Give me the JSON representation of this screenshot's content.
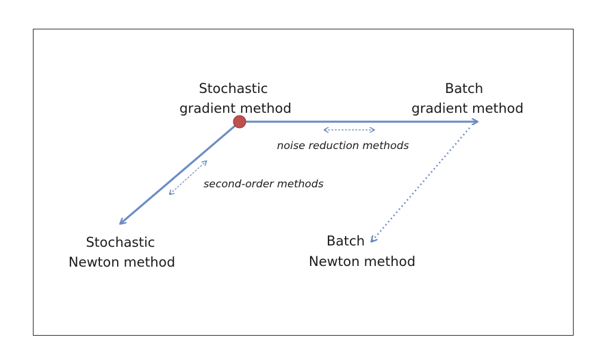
{
  "diagram": {
    "nodes": {
      "sgd": {
        "line1": "Stochastic",
        "line2": "gradient method"
      },
      "batch_gradient": {
        "line1": "Batch",
        "line2": "gradient method"
      },
      "stochastic_newton": {
        "line1": "Stochastic",
        "line2": "Newton method"
      },
      "batch_newton": {
        "line1": "Batch",
        "line2": "Newton method"
      }
    },
    "edges": {
      "noise_reduction": "noise reduction methods",
      "second_order": "second-order methods"
    },
    "colors": {
      "arrow": "#6b8cc2",
      "node_dot": "#c0504d",
      "node_dot_stroke": "#8c3a38",
      "frame": "#333333"
    }
  }
}
